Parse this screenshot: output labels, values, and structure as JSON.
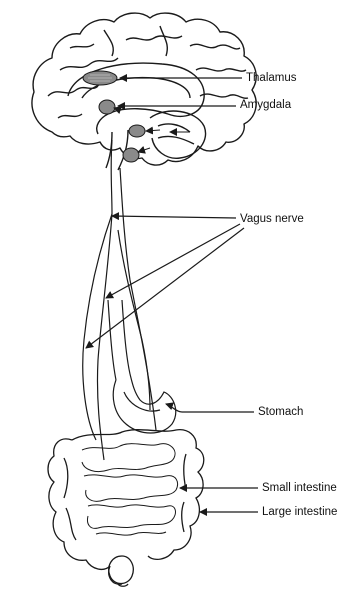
{
  "labels": {
    "thalamus": "Thalamus",
    "amygdala": "Amygdala",
    "vagus_nerve": "Vagus nerve",
    "stomach": "Stomach",
    "small_intestine": "Small intestine",
    "large_intestine": "Large intestine"
  },
  "colors": {
    "line": "#1a1a1a",
    "structure_fill": "#8a8a8a",
    "background": "#ffffff"
  }
}
